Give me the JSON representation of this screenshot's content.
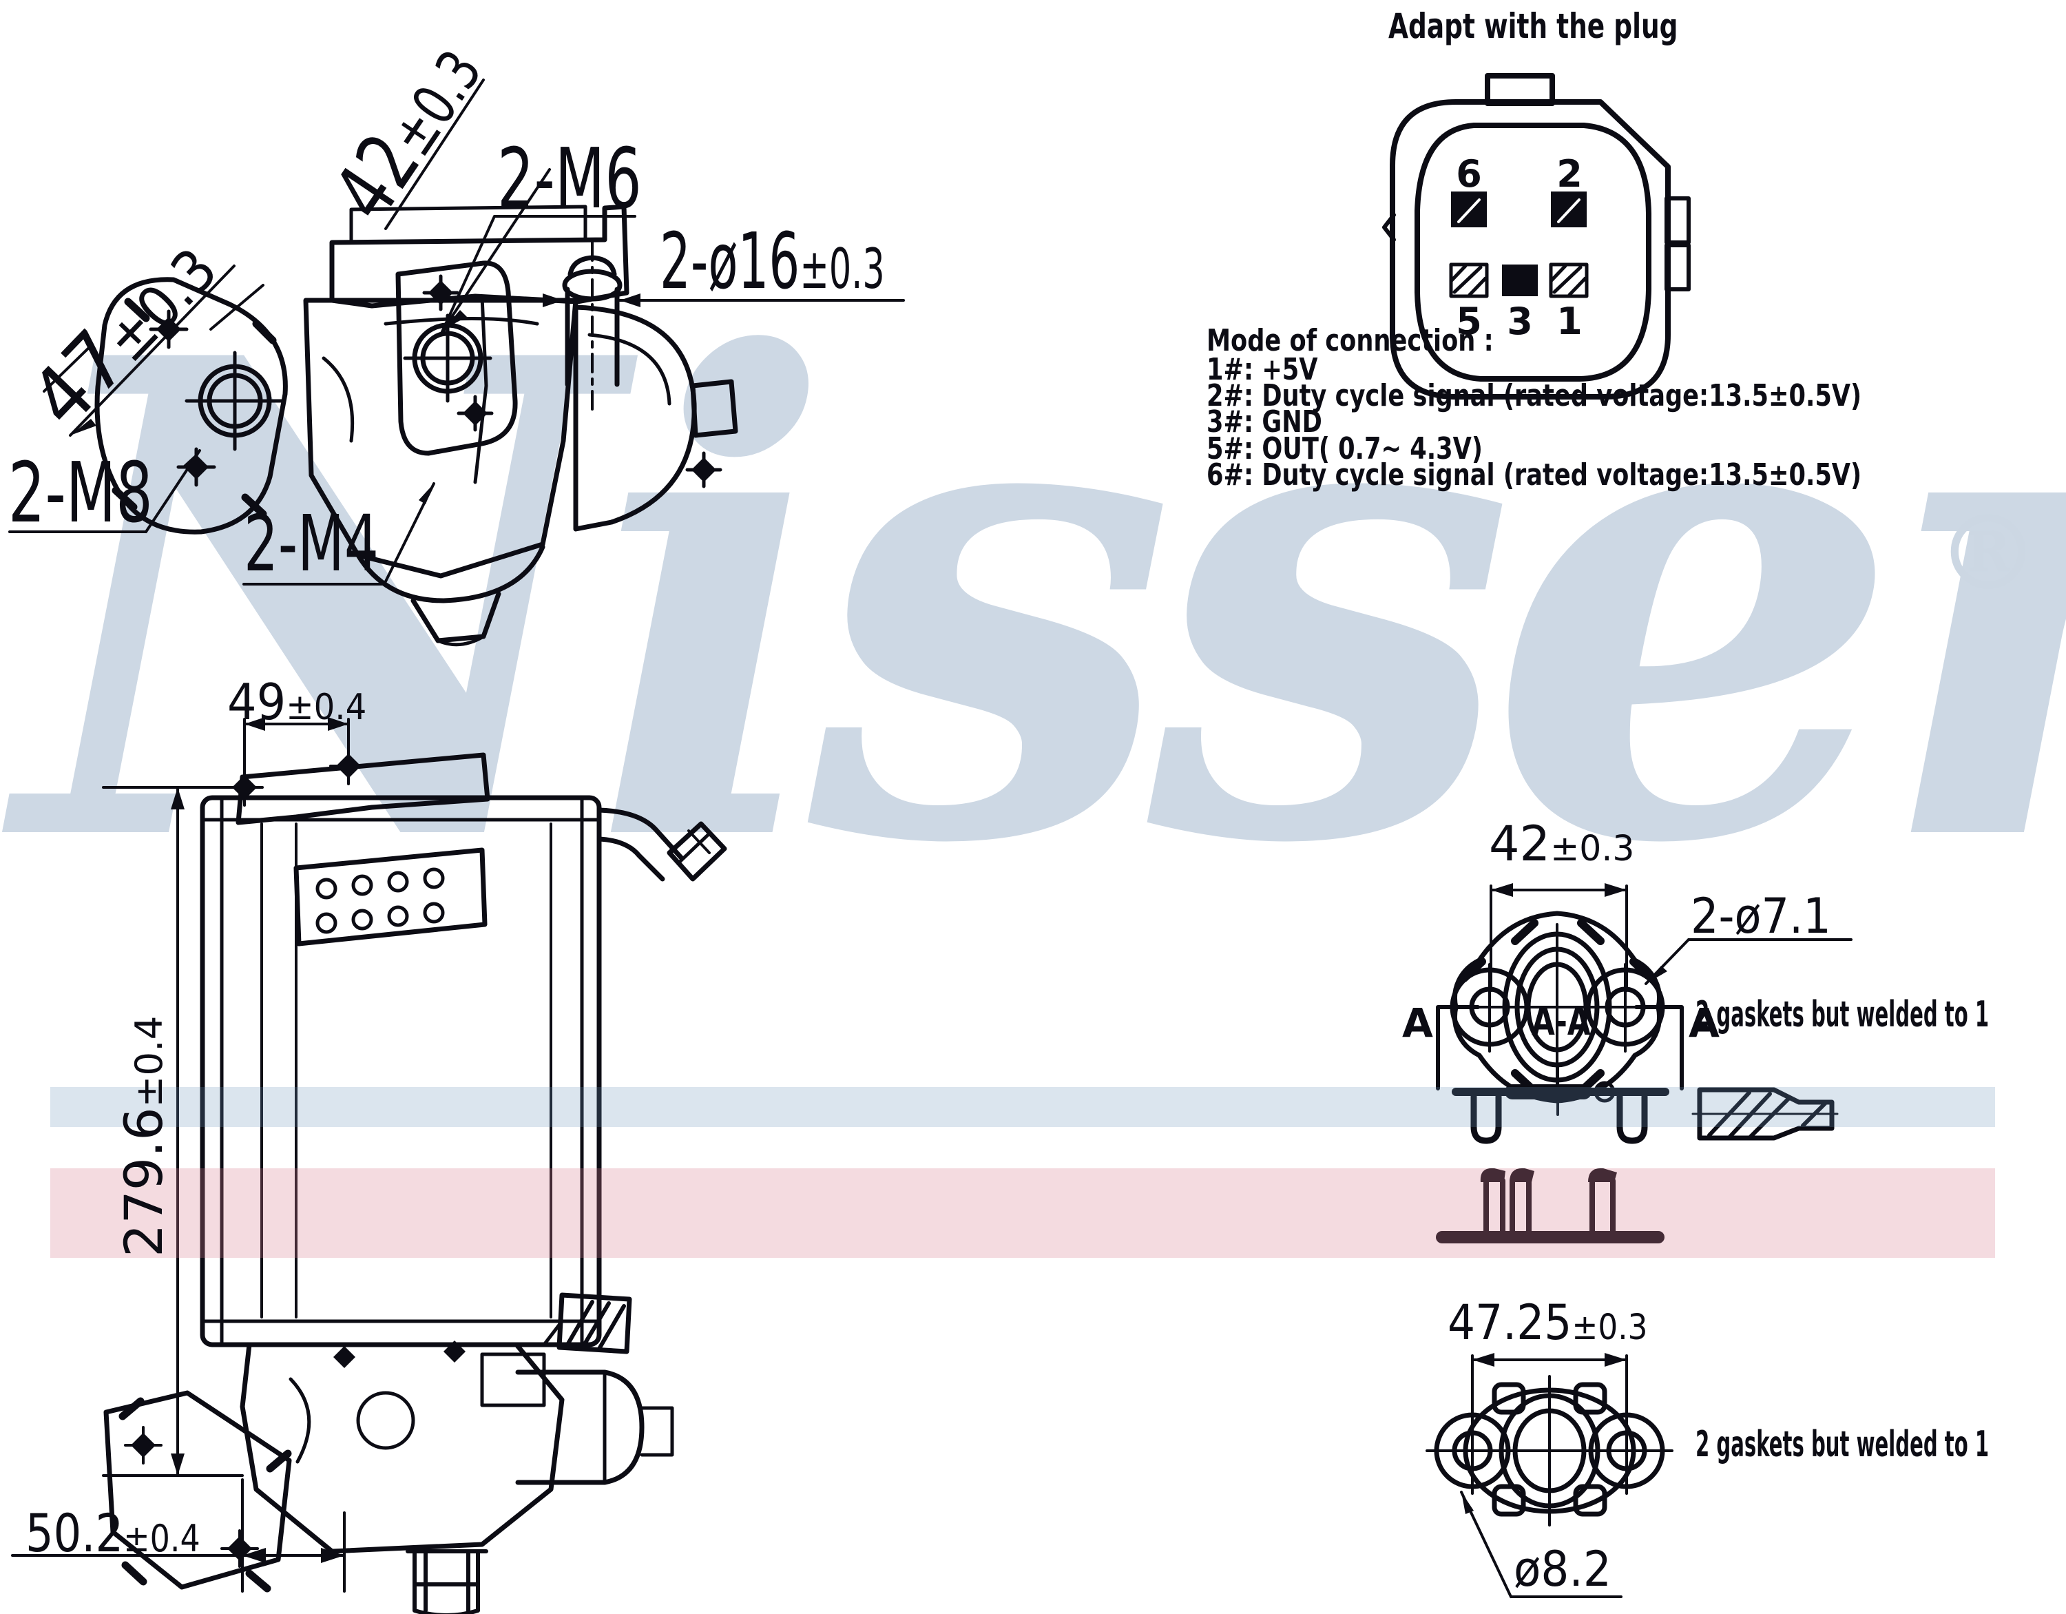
{
  "watermark": {
    "text": "Nissens",
    "reg": "®",
    "color": "#cdd8e4"
  },
  "plug": {
    "title": "Adapt with the plug",
    "pins_top": [
      "6",
      "2"
    ],
    "pins_bottom": [
      "5",
      "3",
      "1"
    ]
  },
  "connection": {
    "heading": "Mode of connection :",
    "lines": [
      "1#: +5V",
      "2#: Duty cycle signal (rated voltage:13.5±0.5V)",
      "3#: GND",
      "5#: OUT( 0.7~ 4.3V)",
      "6#: Duty cycle signal (rated voltage:13.5±0.5V)"
    ]
  },
  "top_view": {
    "d42": {
      "v": "42",
      "t": "±0.3"
    },
    "m6": "2-M6",
    "d16": {
      "v": "2-ø16",
      "t": "±0.3"
    },
    "d47": {
      "v": "47",
      "t": "±0.3"
    },
    "m8": "2-M8",
    "m4": "2-M4"
  },
  "front_view": {
    "d49": {
      "v": "49",
      "t": "±0.4"
    },
    "d279": {
      "v": "279.6",
      "t": "±0.4"
    },
    "d50": {
      "v": "50.2",
      "t": "±0.4"
    }
  },
  "section_flange": {
    "d42": {
      "v": "42",
      "t": "±0.3"
    },
    "d71": "2-ø7.1",
    "a_left": "A",
    "a_right": "A",
    "label": "A-A",
    "note": "2 gaskets but welded to 1"
  },
  "bottom_flange": {
    "d4725": {
      "v": "47.25",
      "t": "±0.3"
    },
    "d82": "ø8.2",
    "note": "2 gaskets but welded to 1"
  },
  "colors": {
    "line": "#0c0c14",
    "watermark": "#cdd8e4",
    "band_blue": "rgba(105,145,185,0.24)",
    "band_pink": "rgba(215,125,145,0.28)"
  }
}
